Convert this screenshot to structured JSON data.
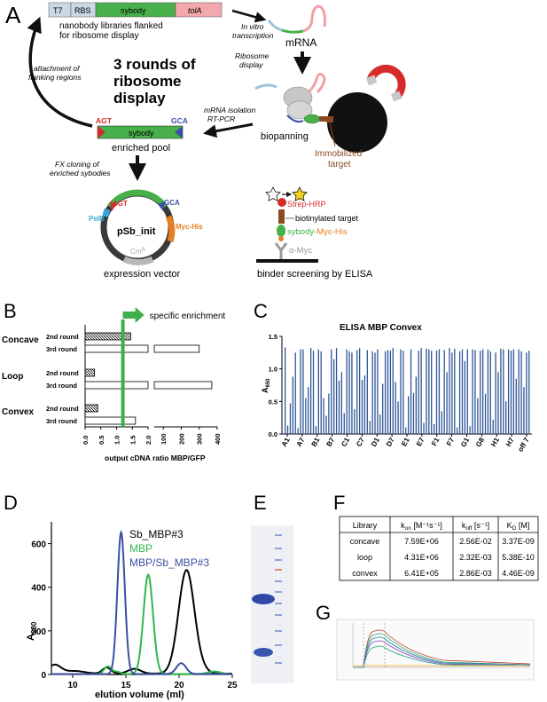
{
  "panel_letters": {
    "a": "A",
    "b": "B",
    "c": "C",
    "d": "D",
    "e": "E",
    "f": "F",
    "g": "G"
  },
  "panel_a": {
    "construct_segments": [
      "T7",
      "RBS",
      "sybody",
      "tolA"
    ],
    "library_caption": [
      "nanobody libraries flanked",
      "for ribosome display"
    ],
    "step_in_vitro": [
      "In vitro",
      "transcription"
    ],
    "mrna_label": "mRNA",
    "step_ribosome": [
      "Ribosome",
      "display"
    ],
    "rounds_label": [
      "3 rounds of",
      "ribosome",
      "display"
    ],
    "biopanning_label": "biopanning",
    "immobilized_label": [
      "Immobilized",
      "target"
    ],
    "step_mrna_iso": [
      "mRNA isolation",
      "RT-PCR"
    ],
    "attachment_label": [
      "attachment of",
      "flanking regions"
    ],
    "pool_left_codon": "AGT",
    "pool_right_codon": "GCA",
    "pool_insert": "sybody",
    "enriched_pool_label": "enriched pool",
    "fx_cloning_label": [
      "FX cloning of",
      "enriched sybodies"
    ],
    "vector": {
      "left_codon": "AGT",
      "right_codon": "GCA",
      "pelb": "PelB",
      "mychis": "Myc-His",
      "name": "pSb_init",
      "cm": "Cm",
      "cm_sup": "R",
      "caption": "expression vector"
    },
    "elisa_parts": {
      "strep": "Strep-HRP",
      "target": "biotinylated target",
      "sybody": "sybody-",
      "mychis": "Myc-His",
      "amyc": "α-Myc"
    },
    "elisa_caption": "binder screening by ELISA"
  },
  "panel_b": {
    "chart_data": {
      "type": "bar",
      "orientation": "horizontal",
      "annotation": "specific enrichment",
      "groups": [
        "Concave",
        "Loop",
        "Convex"
      ],
      "rounds": [
        "2nd round",
        "3rd round"
      ],
      "values": {
        "Concave": {
          "2nd round": 1.45,
          "3rd round": 300
        },
        "Loop": {
          "2nd round": 0.3,
          "3rd round": 370
        },
        "Convex": {
          "2nd round": 0.4,
          "3rd round": 1.6
        }
      },
      "threshold": 1.2,
      "xticks_low": [
        "0.0",
        "0.5",
        "1.0",
        "1.5",
        "2.0"
      ],
      "xticks_high": [
        "100",
        "200",
        "300",
        "400"
      ],
      "xlabel": "output cDNA ratio MBP/GFP"
    }
  },
  "panel_c": {
    "chart_data": {
      "type": "bar",
      "title": "ELISA MBP Convex",
      "ylabel": "A",
      "ylabel_sub": "650",
      "ylim": [
        0,
        1.5
      ],
      "yticks": [
        "0.0",
        "0.5",
        "1.0",
        "1.5"
      ],
      "xtick_labels": [
        "A1",
        "A7",
        "B1",
        "B7",
        "C1",
        "C7",
        "D1",
        "D7",
        "E1",
        "E7",
        "F1",
        "F7",
        "G1",
        "G8",
        "H1",
        "H7",
        "off 7"
      ],
      "values": [
        1.33,
        0.13,
        0.47,
        0.88,
        1.25,
        0.09,
        1.3,
        1.3,
        0.55,
        0.72,
        1.32,
        1.28,
        0.12,
        1.3,
        1.27,
        0.55,
        0.28,
        0.62,
        1.3,
        1.15,
        1.32,
        0.82,
        0.95,
        0.32,
        1.3,
        1.27,
        1.25,
        0.38,
        1.29,
        1.32,
        0.83,
        0.9,
        1.29,
        0.2,
        1.27,
        1.25,
        1.3,
        0.3,
        0.77,
        1.27,
        1.29,
        1.28,
        1.32,
        0.8,
        0.5,
        1.3,
        1.28,
        0.1,
        0.58,
        1.3,
        0.63,
        0.88,
        1.28,
        1.32,
        0.17,
        1.31,
        1.3,
        1.28,
        0.15,
        1.28,
        1.3,
        0.35,
        1.29,
        0.95,
        1.32,
        1.25,
        1.31,
        0.1,
        1.27,
        1.3,
        1.12,
        1.3,
        0.12,
        1.3,
        1.29,
        0.55,
        1.28,
        1.3,
        0.62,
        1.3,
        1.27,
        0.22,
        1.25,
        0.95,
        1.31,
        1.3,
        0.5,
        1.3,
        1.28,
        1.3,
        0.85,
        1.3,
        1.27,
        0.72,
        1.25,
        1.28
      ]
    }
  },
  "panel_d": {
    "chart_data": {
      "type": "line",
      "xlabel": "elution volume (ml)",
      "ylabel": "A",
      "ylabel_sub": "280",
      "xlim": [
        8,
        25
      ],
      "ylim": [
        0,
        700
      ],
      "xticks": [
        "10",
        "15",
        "20",
        "25"
      ],
      "yticks": [
        "0",
        "200",
        "400",
        "600"
      ],
      "series": [
        {
          "name": "Sb_MBP#3",
          "color": "#000000",
          "peaks": [
            [
              8.3,
              40,
              0.6
            ],
            [
              10.2,
              12,
              0.9
            ],
            [
              13.2,
              28,
              0.4
            ],
            [
              15.8,
              22,
              0.6
            ],
            [
              20.7,
              475,
              0.75
            ],
            [
              22.3,
              10,
              0.5
            ]
          ],
          "baseline": 4
        },
        {
          "name": "MBP",
          "color": "#2db84d",
          "peaks": [
            [
              13.3,
              35,
              0.35
            ],
            [
              14.2,
              10,
              0.3
            ],
            [
              17.1,
              455,
              0.45
            ],
            [
              23.3,
              12,
              0.6
            ]
          ],
          "baseline": 2
        },
        {
          "name": "MBP/Sb_MBP#3",
          "color": "#3a4fa0",
          "peaks": [
            [
              14.55,
              650,
              0.35
            ],
            [
              20.2,
              50,
              0.45
            ]
          ],
          "baseline": 2
        }
      ]
    }
  },
  "panel_f": {
    "table": {
      "headers": [
        {
          "main": "Library",
          "sub": "",
          "unit": ""
        },
        {
          "main": "k",
          "sub": "on",
          "unit": " [M⁻¹s⁻¹]"
        },
        {
          "main": "k",
          "sub": "off",
          "unit": " [s⁻¹]"
        },
        {
          "main": "K",
          "sub": "D",
          "unit": " [M]"
        }
      ],
      "rows": [
        [
          "concave",
          "7.59E+06",
          "2.56E-02",
          "3.37E-09"
        ],
        [
          "loop",
          "4.31E+06",
          "2.32E-03",
          "5.38E-10"
        ],
        [
          "convex",
          "6.41E+05",
          "2.86E-03",
          "4.46E-09"
        ]
      ]
    }
  },
  "colors": {
    "seg_t7": "#c9d9e6",
    "seg_rbs": "#c9d9e6",
    "seg_sybody": "#48b04a",
    "seg_tola": "#f2a8ac",
    "green": "#3cae4a",
    "blue_bar": "#2f5597",
    "orange": "#e67e22",
    "red": "#d62b2b",
    "brown": "#8b4a22"
  }
}
